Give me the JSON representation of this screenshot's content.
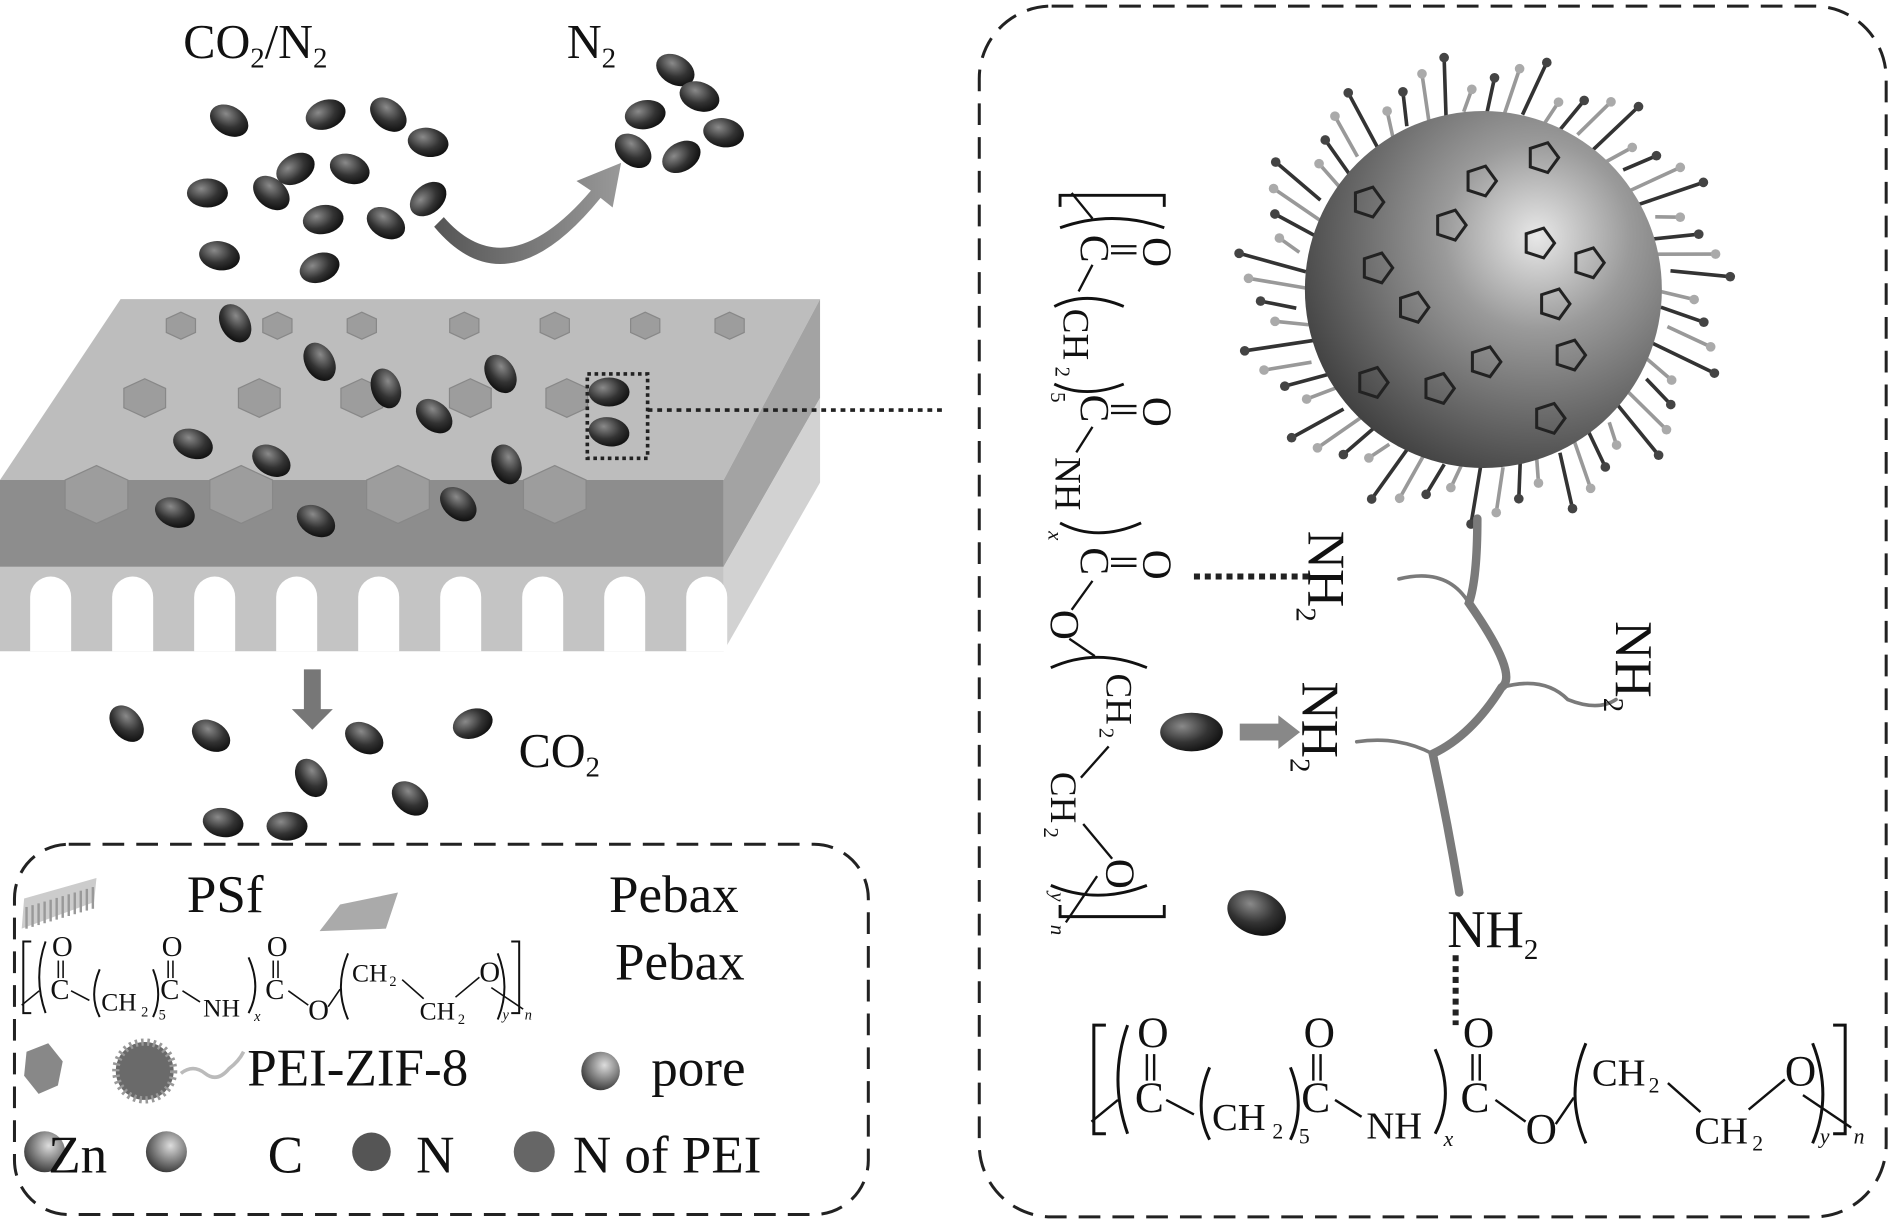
{
  "gas_labels": {
    "feed": {
      "main": "CO",
      "sub": "2",
      "sep": "/N",
      "sub2": "2"
    },
    "retentate": {
      "main": "N",
      "sub": "2"
    },
    "permeate": {
      "main": "CO",
      "sub": "2"
    }
  },
  "legend": {
    "psf": "PSf",
    "pebax_layer": "Pebax",
    "pebax_structure": "Pebax",
    "pei_zif8": "PEI-ZIF-8",
    "pore": "pore",
    "zn": "Zn",
    "c": "C",
    "n": "N",
    "n_of_pei": "N of PEI"
  },
  "formula": {
    "o": "O",
    "c": "C",
    "ch": "CH",
    "two": "2",
    "five": "5",
    "nh": "NH",
    "x": "x",
    "y": "y",
    "n": "n"
  },
  "detail": {
    "nh2_main": "NH",
    "nh2_sub": "2"
  },
  "colors": {
    "molecule": "#3a3a3a",
    "membrane_top": "#b9b9b9",
    "membrane_front": "#8f8f8f",
    "support": "#c8c8c8",
    "pei": "#8a8a8a"
  }
}
